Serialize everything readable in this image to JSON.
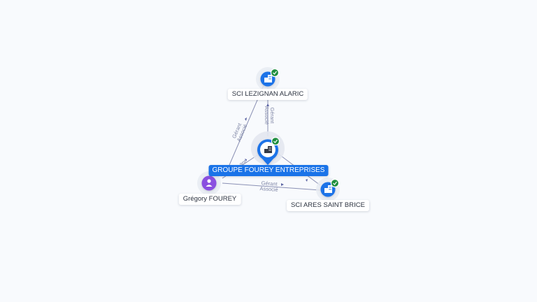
{
  "nodes": {
    "center": {
      "label": "GROUPE FOUREY ENTREPRISES",
      "icon": "building-icon",
      "verified": true
    },
    "top": {
      "label": "SCI LEZIGNAN ALARIC",
      "icon": "building-icon",
      "verified": true
    },
    "right": {
      "label": "SCI ARES SAINT BRICE",
      "icon": "building-icon",
      "verified": true
    },
    "person": {
      "label": "Grégory FOUREY",
      "icon": "person-icon"
    }
  },
  "edges": {
    "center_top": {
      "line1": "Gérant",
      "line2": "Associé"
    },
    "person_top": {
      "line1": "Gérant",
      "line2": "Associé"
    },
    "person_right": {
      "line1": "Gérant",
      "line2": "Associé"
    },
    "person_center_partial": "ant",
    "center_right_partial": "é"
  },
  "colors": {
    "company": "#1a73e8",
    "person": "#8a4fe0",
    "verified": "#1e8e3e",
    "edge": "#8a90b4",
    "edge_text": "#7f86a6"
  }
}
